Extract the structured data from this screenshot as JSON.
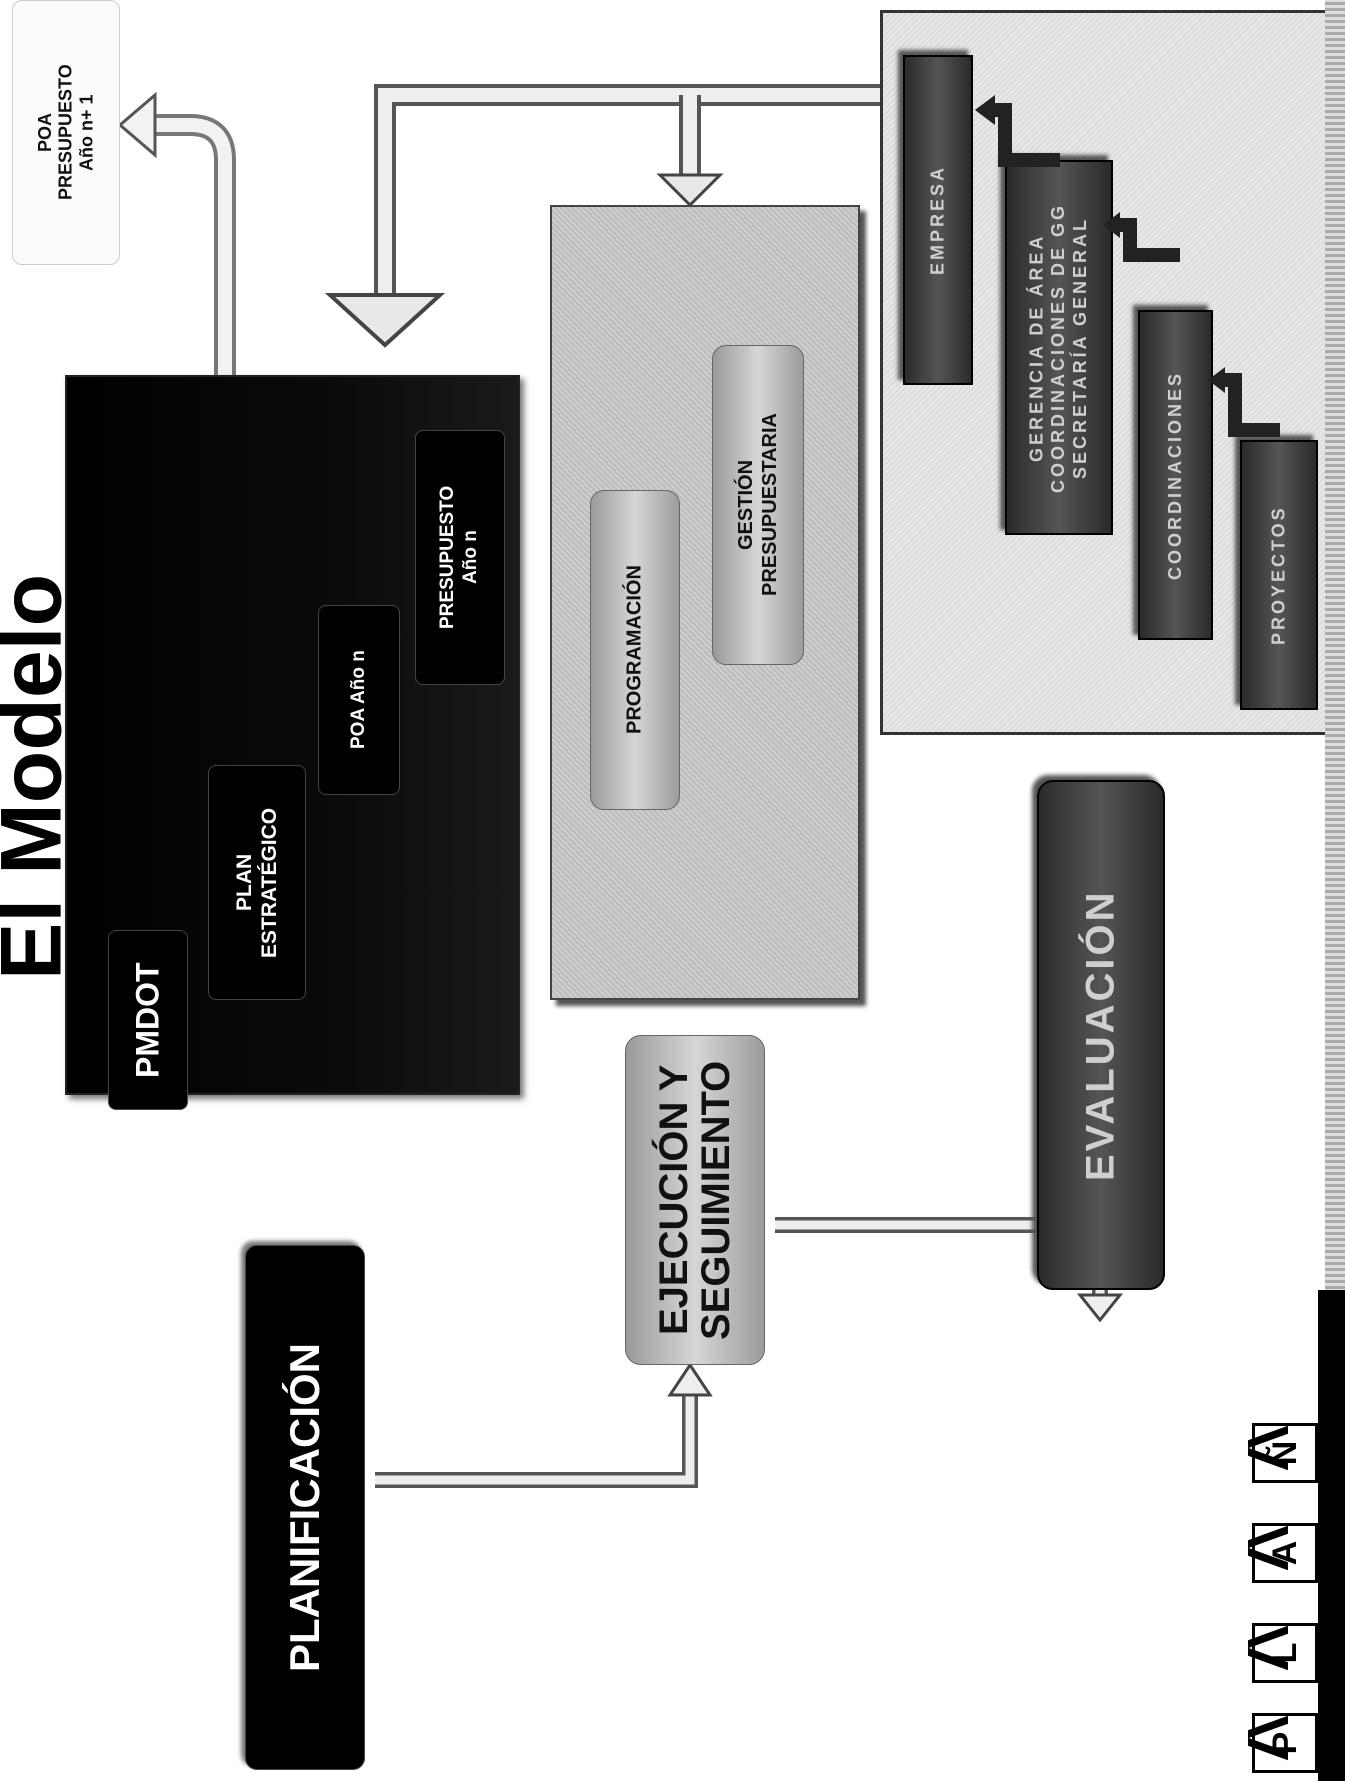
{
  "title": "El Modelo",
  "poa_next": "POA\nPRESUPUESTO\nAño n+ 1",
  "planificacion": "PLANIFICACIÓN",
  "ejecucion": "EJECUCIÓN Y\nSEGUIMIENTO",
  "evaluacion": "EVALUACIÓN",
  "planning_panel": {
    "pmdot": "PMDOT",
    "plan_estrategico": "PLAN\nESTRATÉGICO",
    "poa": "POA Año n",
    "presupuesto": "PRESUPUESTO\nAño n"
  },
  "exec_panel": {
    "programacion": "PROGRAMACIÓN",
    "gestion": "GESTIÓN\nPRESUPUESTARIA"
  },
  "org_levels": {
    "empresa": "EMPRESA",
    "gerencia": "GERENCIA DE ÁREA\nCOORDINACIONES DE GG\nSECRETARÍA GENERAL",
    "coordinaciones": "COORDINACIONES",
    "proyectos": "PROYECTOS"
  },
  "plan_people": [
    "P",
    "L",
    "A",
    "Ñ"
  ]
}
